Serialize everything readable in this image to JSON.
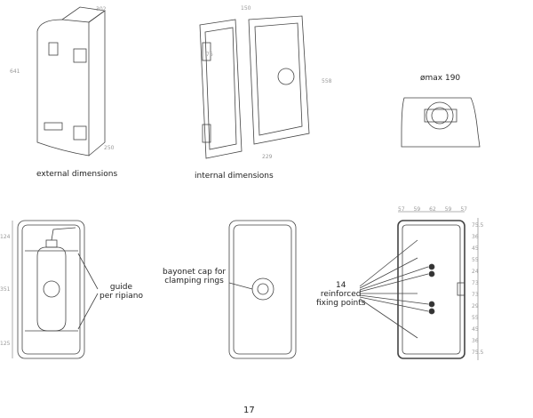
{
  "external": {
    "caption": "external dimensions",
    "dims": {
      "width": "302",
      "height": "641",
      "depth": "250"
    }
  },
  "internal": {
    "caption": "internal dimensions",
    "dims": {
      "width": "150",
      "door": "76",
      "height": "558",
      "depth": "229"
    }
  },
  "top_view": {
    "label": "ømax 190"
  },
  "front_extinguisher": {
    "dims": [
      "124",
      "351",
      "125"
    ],
    "callout": [
      "guide",
      "per ripiano"
    ]
  },
  "front_bayonet": {
    "callout": [
      "bayonet cap for",
      "clamping rings"
    ]
  },
  "front_fixing": {
    "top_dims": [
      "57",
      "59",
      "62",
      "59",
      "57"
    ],
    "side_dims": [
      "75.5",
      "36",
      "45",
      "55",
      "24",
      "73",
      "73",
      "29",
      "55",
      "45",
      "36",
      "75.5"
    ],
    "callout": [
      "14",
      "reinforced",
      "fixing points"
    ]
  },
  "page_number": "17"
}
